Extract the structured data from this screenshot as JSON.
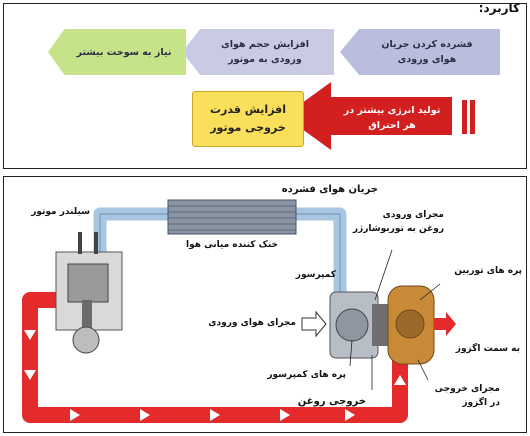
{
  "usage": {
    "title": "کاربرد:",
    "steps": [
      {
        "line1": "فشرده کردن جریان",
        "line2": "هوای ورودی"
      },
      {
        "line1": "افزایش حجم هوای",
        "line2": "ورودی به موتور"
      },
      {
        "line1": "نیاز به سوخت بیشتر",
        "line2": ""
      }
    ],
    "red_arrow": {
      "line1": "تولید انرژی بیشتر در",
      "line2": "هر احتراق"
    },
    "result": {
      "line1": "افزایش قدرت",
      "line2": "خروجی موتور"
    }
  },
  "diagram": {
    "labels": {
      "compressed_air_flow": "جریان هوای فشرده",
      "engine_cylinder": "سیلندر موتور",
      "intercooler": "خنک کننده میانی هوا",
      "compressor": "کمپرسور",
      "oil_inlet_l1": "مجرای ورودی",
      "oil_inlet_l2": "روغن به توربوشارژر",
      "turbine_blades": "پره های توربین",
      "air_inlet": "مجرای هوای ورودی",
      "to_exhaust": "به سمت اگزوز",
      "compressor_blades": "پره های کمپرسور",
      "oil_outlet": "خروجی روغن",
      "exhaust_l1": "مجرای خروجی",
      "exhaust_l2": "در اگزوز"
    },
    "colors": {
      "cold_pipe": "#a8c6e2",
      "hot_pipe": "#e42a2a",
      "intercooler": "#8a95a4",
      "turbo": "#c98a38"
    }
  }
}
